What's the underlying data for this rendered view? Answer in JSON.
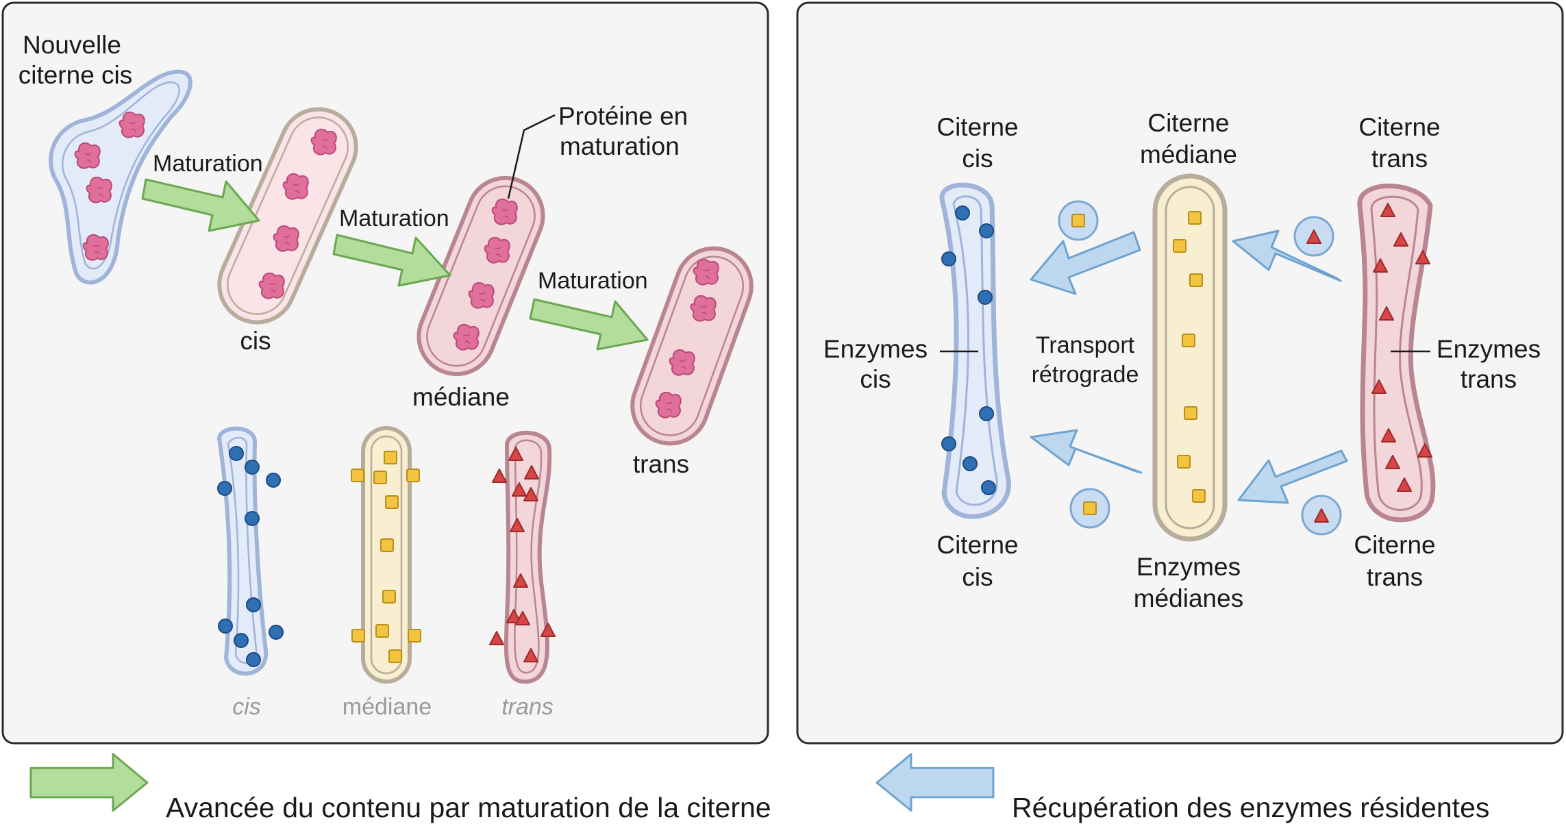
{
  "left_panel": {
    "new_cis_label": [
      "Nouvelle",
      "citerne cis"
    ],
    "maturation_label": "Maturation",
    "protein_label": [
      "Protéine en",
      "maturation"
    ],
    "stage_labels": {
      "cis": "cis",
      "median": "médiane",
      "trans": "trans"
    },
    "bottom_labels": {
      "cis": "cis",
      "median": "médiane",
      "trans": "trans"
    }
  },
  "right_panel": {
    "cis_top": [
      "Citerne",
      "cis"
    ],
    "median_top": [
      "Citerne",
      "médiane"
    ],
    "trans_top": [
      "Citerne",
      "trans"
    ],
    "cis_bottom": [
      "Citerne",
      "cis"
    ],
    "trans_bottom": [
      "Citerne",
      "trans"
    ],
    "enzymes_cis": [
      "Enzymes",
      "cis"
    ],
    "enzymes_trans": [
      "Enzymes",
      "trans"
    ],
    "enzymes_median": [
      "Enzymes",
      "médianes"
    ],
    "transport": [
      "Transport",
      "rétrograde"
    ]
  },
  "legend": {
    "green_text": "Avancée du contenu par maturation de la citerne",
    "blue_text": "Récupération des enzymes résidentes"
  },
  "colors": {
    "cis_fill": "#e3eaf8",
    "cis_stroke": "#9fb4d8",
    "median_fill": "#f7efcf",
    "median_stroke": "#b8ad9d",
    "trans_fill": "#f3d6da",
    "trans_stroke": "#b98590",
    "protein": "#e0709a",
    "enzyme_cis": "#2f6fb3",
    "enzyme_median": "#f3c440",
    "enzyme_trans": "#d84545",
    "green_arrow": "#b3dd9c",
    "blue_arrow": "#bcd7ee"
  }
}
